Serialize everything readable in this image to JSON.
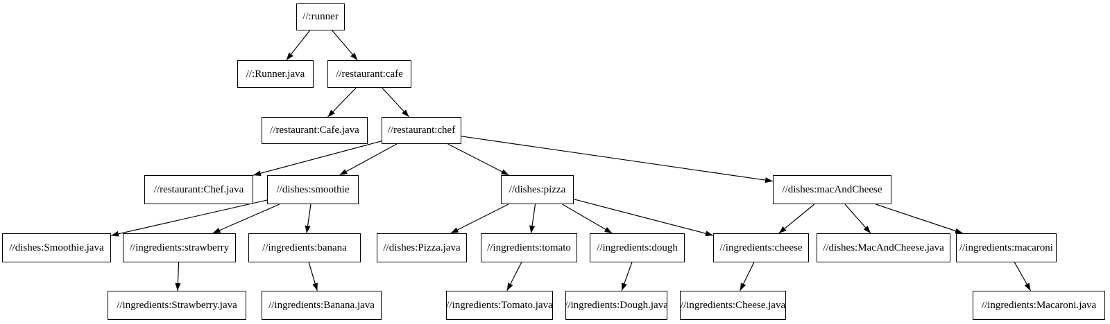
{
  "diagram": {
    "type": "dependency-graph",
    "background_color": "#ffffff",
    "node_fill_color": "#ffffff",
    "node_border_color": "#000000",
    "node_text_color": "#000000",
    "edge_color": "#000000",
    "nodes": [
      {
        "id": "runner",
        "label": "//:runner"
      },
      {
        "id": "runner-java",
        "label": "//:Runner.java"
      },
      {
        "id": "cafe",
        "label": "//restaurant:cafe"
      },
      {
        "id": "cafe-java",
        "label": "//restaurant:Cafe.java"
      },
      {
        "id": "chef",
        "label": "//restaurant:chef"
      },
      {
        "id": "chef-java",
        "label": "//restaurant:Chef.java"
      },
      {
        "id": "smoothie",
        "label": "//dishes:smoothie"
      },
      {
        "id": "pizza",
        "label": "//dishes:pizza"
      },
      {
        "id": "mac-and-cheese",
        "label": "//dishes:macAndCheese"
      },
      {
        "id": "smoothie-java",
        "label": "//dishes:Smoothie.java"
      },
      {
        "id": "strawberry",
        "label": "//ingredients:strawberry"
      },
      {
        "id": "banana",
        "label": "//ingredients:banana"
      },
      {
        "id": "pizza-java",
        "label": "//dishes:Pizza.java"
      },
      {
        "id": "tomato",
        "label": "//ingredients:tomato"
      },
      {
        "id": "dough",
        "label": "//ingredients:dough"
      },
      {
        "id": "cheese",
        "label": "//ingredients:cheese"
      },
      {
        "id": "mac-and-cheese-java",
        "label": "//dishes:MacAndCheese.java"
      },
      {
        "id": "macaroni",
        "label": "//ingredients:macaroni"
      },
      {
        "id": "strawberry-java",
        "label": "//ingredients:Strawberry.java"
      },
      {
        "id": "banana-java",
        "label": "//ingredients:Banana.java"
      },
      {
        "id": "tomato-java",
        "label": "//ingredients:Tomato.java"
      },
      {
        "id": "dough-java",
        "label": "//ingredients:Dough.java"
      },
      {
        "id": "cheese-java",
        "label": "//ingredients:Cheese.java"
      },
      {
        "id": "macaroni-java",
        "label": "//ingredients:Macaroni.java"
      }
    ],
    "edges": [
      {
        "from": "runner",
        "to": "runner-java"
      },
      {
        "from": "runner",
        "to": "cafe"
      },
      {
        "from": "cafe",
        "to": "cafe-java"
      },
      {
        "from": "cafe",
        "to": "chef"
      },
      {
        "from": "chef",
        "to": "chef-java"
      },
      {
        "from": "chef",
        "to": "smoothie"
      },
      {
        "from": "chef",
        "to": "pizza"
      },
      {
        "from": "chef",
        "to": "mac-and-cheese"
      },
      {
        "from": "smoothie",
        "to": "smoothie-java"
      },
      {
        "from": "smoothie",
        "to": "strawberry"
      },
      {
        "from": "smoothie",
        "to": "banana"
      },
      {
        "from": "strawberry",
        "to": "strawberry-java"
      },
      {
        "from": "banana",
        "to": "banana-java"
      },
      {
        "from": "pizza",
        "to": "pizza-java"
      },
      {
        "from": "pizza",
        "to": "tomato"
      },
      {
        "from": "pizza",
        "to": "dough"
      },
      {
        "from": "pizza",
        "to": "cheese"
      },
      {
        "from": "tomato",
        "to": "tomato-java"
      },
      {
        "from": "dough",
        "to": "dough-java"
      },
      {
        "from": "cheese",
        "to": "cheese-java"
      },
      {
        "from": "mac-and-cheese",
        "to": "cheese"
      },
      {
        "from": "mac-and-cheese",
        "to": "mac-and-cheese-java"
      },
      {
        "from": "mac-and-cheese",
        "to": "macaroni"
      },
      {
        "from": "macaroni",
        "to": "macaroni-java"
      }
    ]
  }
}
